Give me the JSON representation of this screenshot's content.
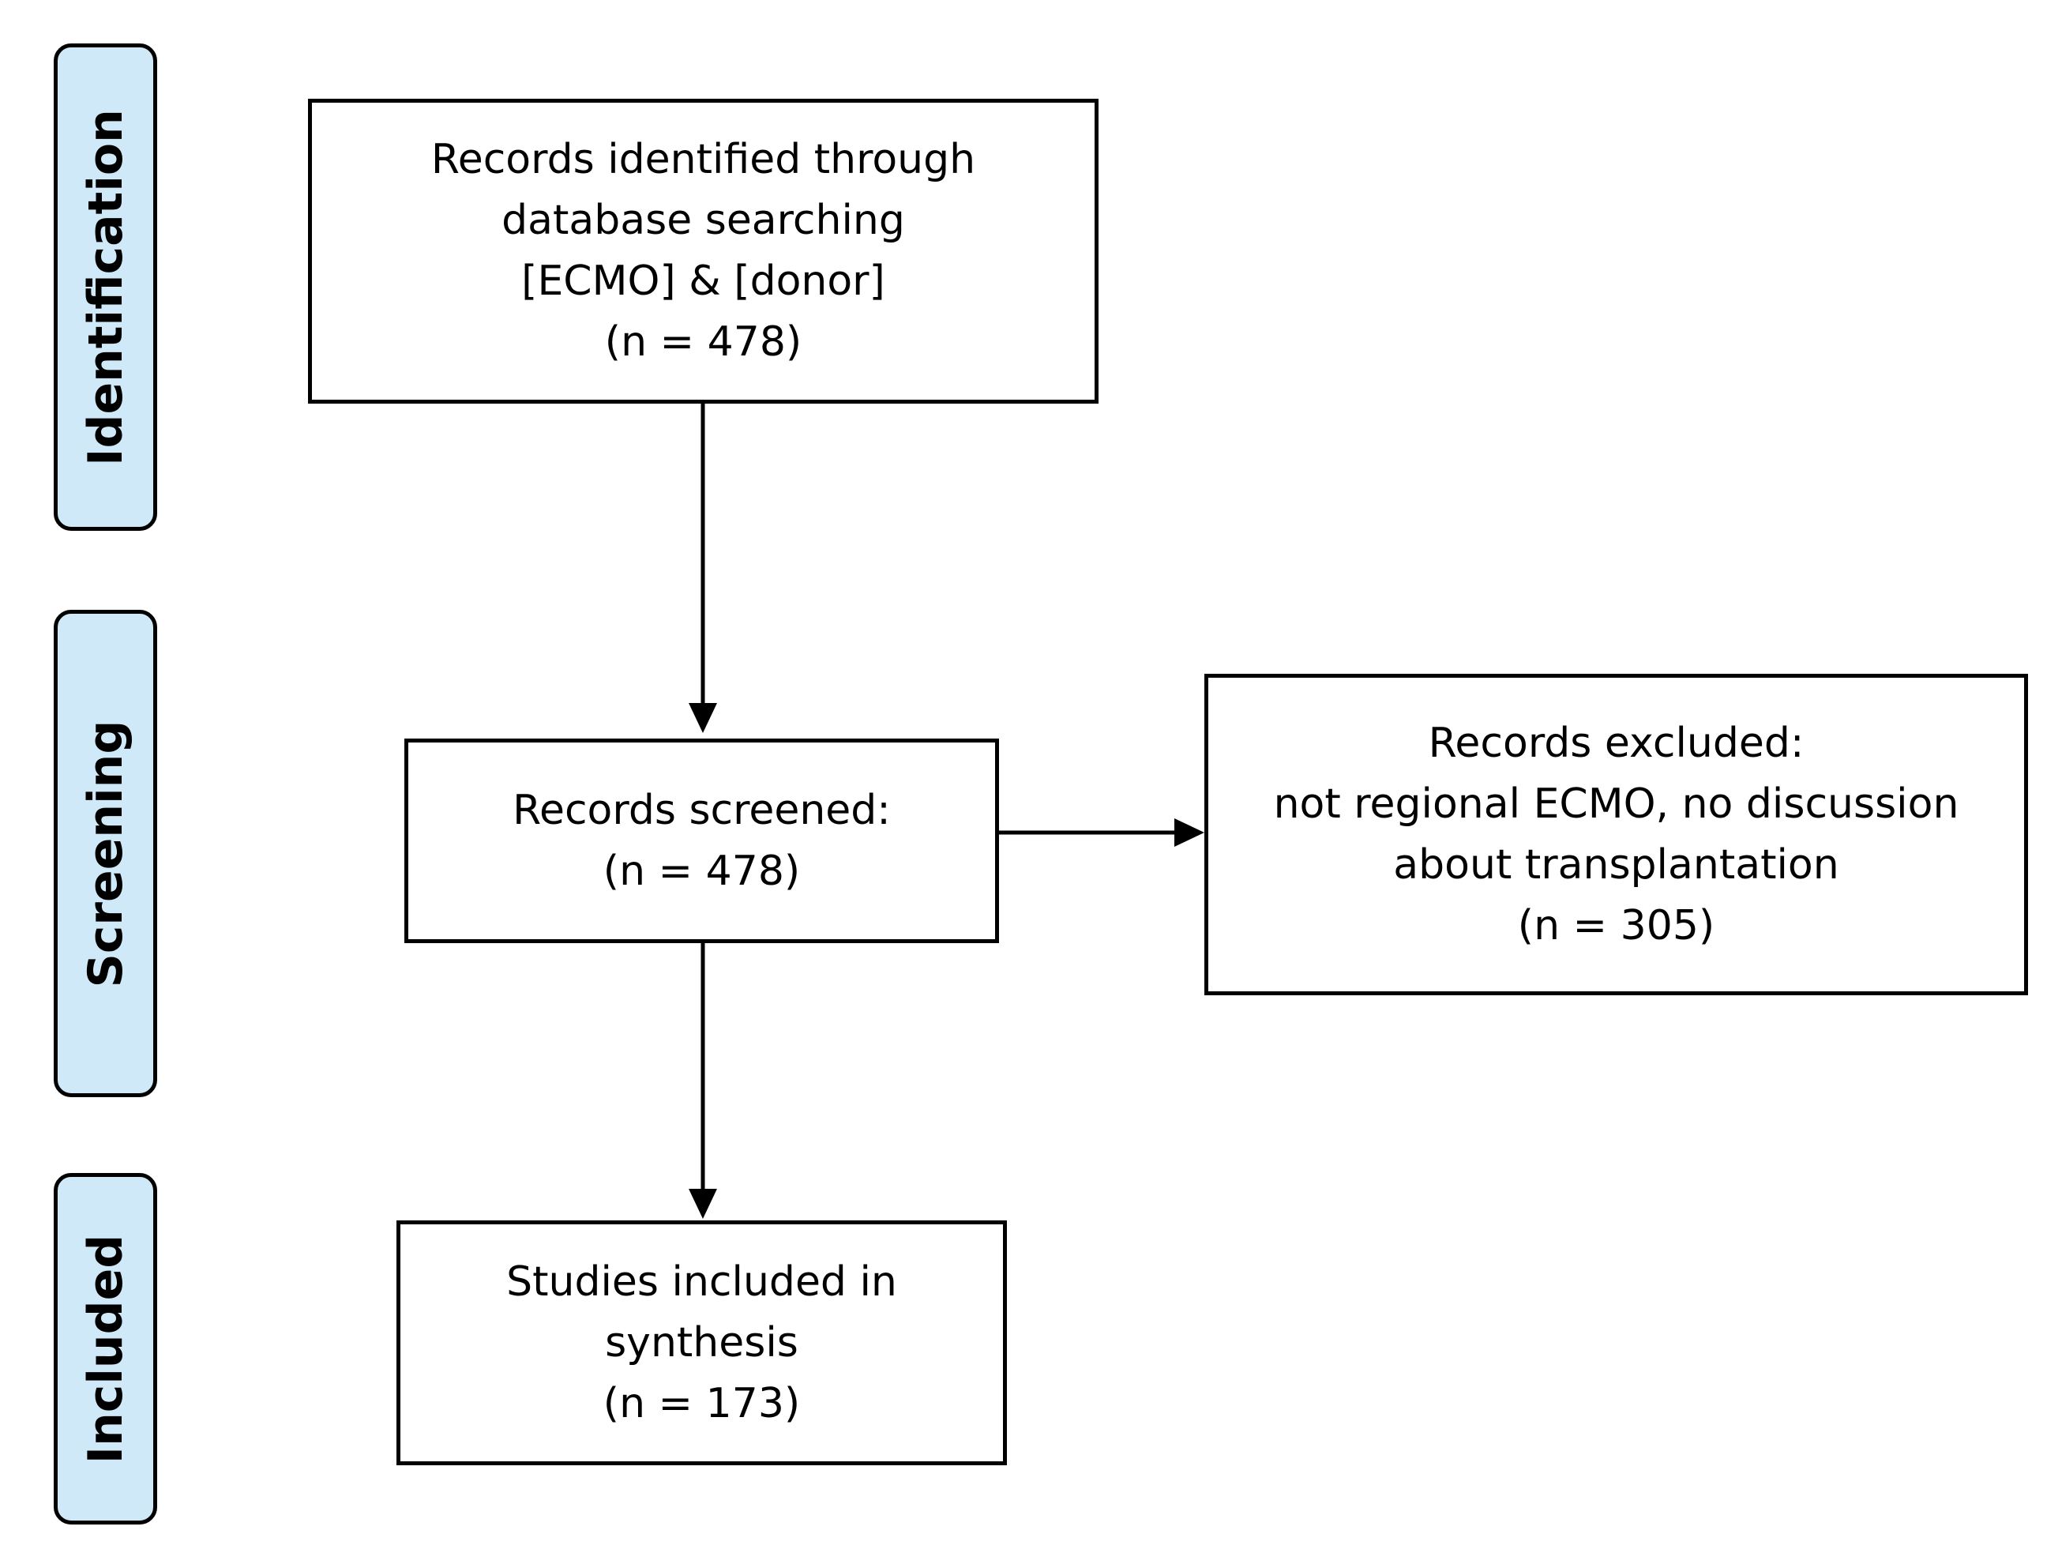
{
  "stages": {
    "identification": "Identification",
    "screening": "Screening",
    "included": "Included"
  },
  "boxes": {
    "identified": {
      "line1": "Records identified through",
      "line2": "database searching",
      "line3": "[ECMO] & [donor]",
      "line4": "(n =  478)"
    },
    "screened": {
      "line1": "Records screened:",
      "line2": "(n =  478)"
    },
    "excluded": {
      "line1": "Records excluded:",
      "line2": "not regional ECMO, no discussion",
      "line3": "about transplantation",
      "line4": "(n = 305)"
    },
    "included": {
      "line1": "Studies included in",
      "line2": "synthesis",
      "line3": "(n =  173)"
    }
  }
}
